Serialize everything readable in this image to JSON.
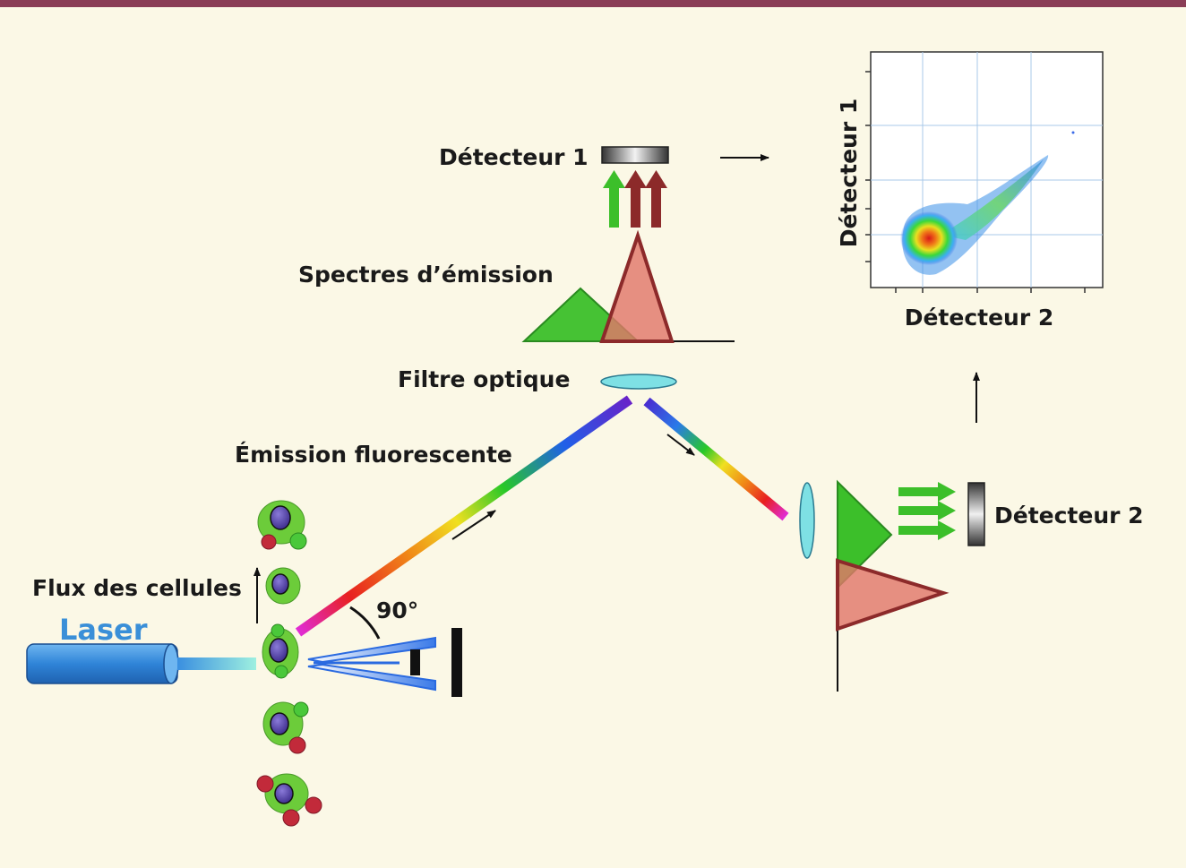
{
  "labels": {
    "detector1": "Détecteur 1",
    "detector2": "Détecteur 2",
    "emission_spectra": "Spectres d’émission",
    "optical_filter": "Filtre optique",
    "fluorescent_emission": "Émission fluorescente",
    "cell_flow": "Flux des cellules",
    "laser": "Laser",
    "angle": "90°"
  },
  "plot": {
    "xlabel": "Détecteur 2",
    "ylabel": "Détecteur 1"
  },
  "colors": {
    "topbar": "#8a3d56",
    "background": "#fbf8e6",
    "laser_blue": "#3a8fd8",
    "green": "#3cbf2a",
    "red": "#e0786a",
    "dark_red": "#8c2a2a",
    "filter": "#7ee0e4"
  }
}
